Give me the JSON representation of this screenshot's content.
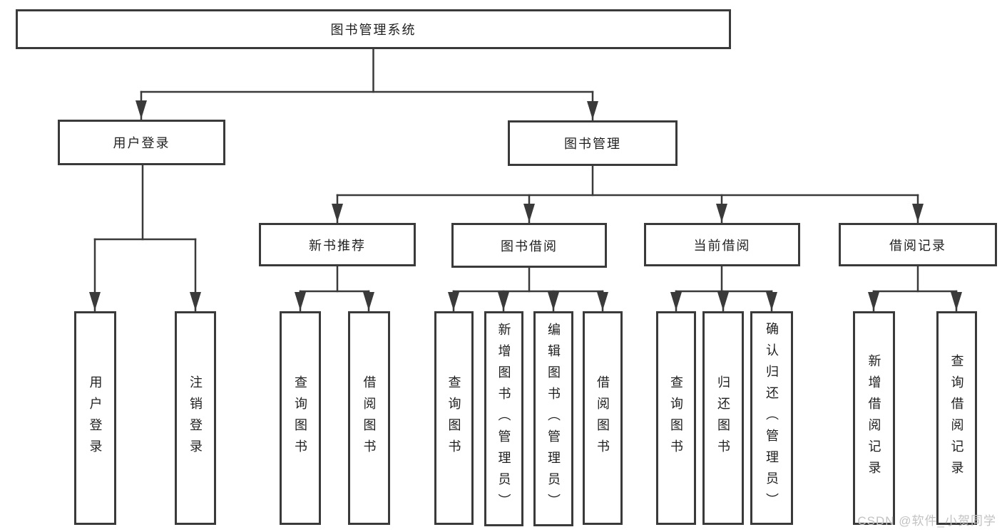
{
  "diagram": {
    "type": "hierarchy-tree",
    "root": {
      "label": "图书管理系统",
      "children": [
        {
          "label": "用户登录",
          "children": [
            {
              "label": "用户登录"
            },
            {
              "label": "注销登录"
            }
          ]
        },
        {
          "label": "图书管理",
          "children": [
            {
              "label": "新书推荐",
              "children": [
                {
                  "label": "查询图书"
                },
                {
                  "label": "借阅图书"
                }
              ]
            },
            {
              "label": "图书借阅",
              "children": [
                {
                  "label": "查询图书"
                },
                {
                  "label": "新增图书（管理员）"
                },
                {
                  "label": "编辑图书（管理员）"
                },
                {
                  "label": "借阅图书"
                }
              ]
            },
            {
              "label": "当前借阅",
              "children": [
                {
                  "label": "查询图书"
                },
                {
                  "label": "归还图书"
                },
                {
                  "label": "确认归还（管理员）"
                }
              ]
            },
            {
              "label": "借阅记录",
              "children": [
                {
                  "label": "新增借阅记录"
                },
                {
                  "label": "查询借阅记录"
                }
              ]
            }
          ]
        }
      ]
    },
    "colors": {
      "line": "#3a3a3a",
      "box_border": "#3a3a3a",
      "text": "#1f1f1f",
      "background": "#ffffff",
      "watermark": "#c2c2c2"
    }
  },
  "watermark": {
    "text": "CSDN @软件_小贺同学"
  }
}
